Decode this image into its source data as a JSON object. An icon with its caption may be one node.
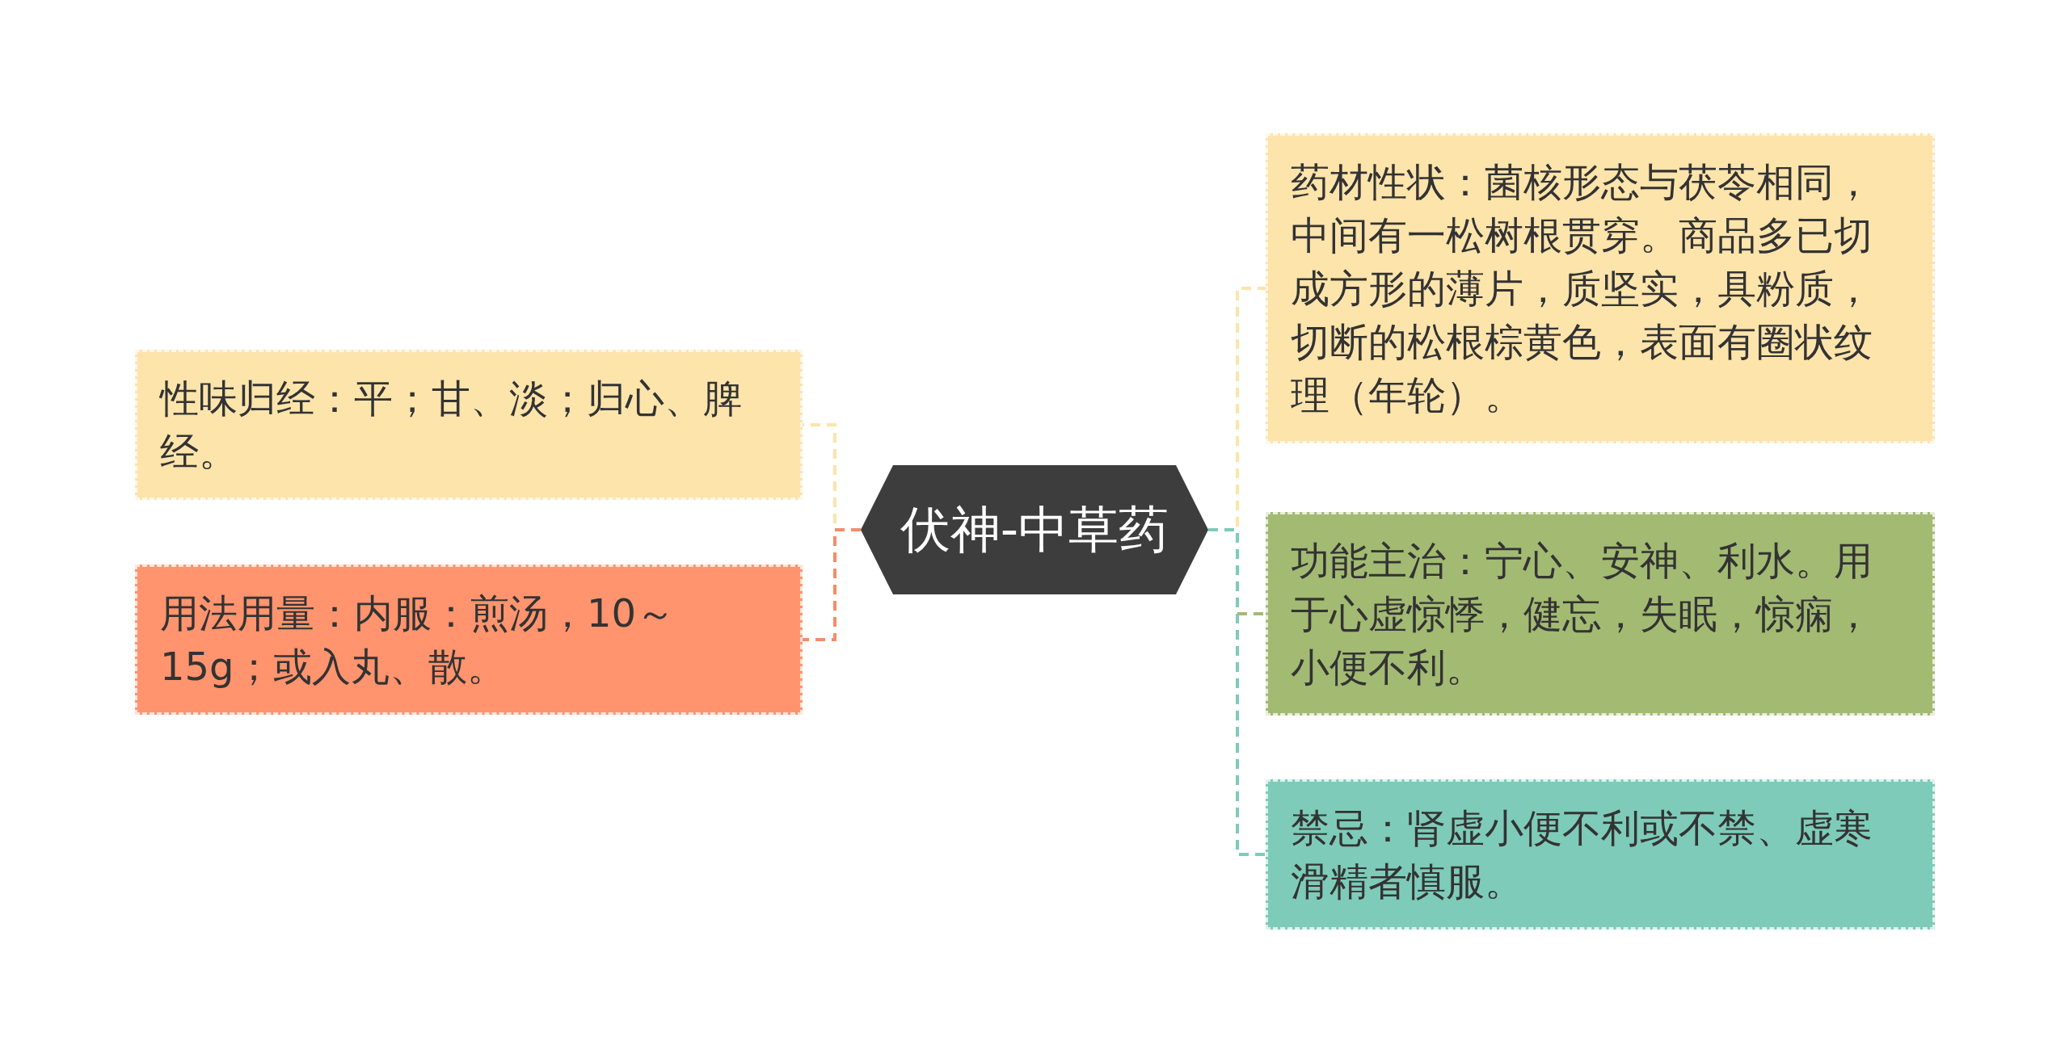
{
  "diagram": {
    "nodes": [
      {
        "text": [
          "伏神-中草药"
        ]
      },
      {
        "text": [
          "性味归经：平；甘、淡；归心、脾经。"
        ]
      },
      {
        "text": [
          "用法用量：内服：煎汤，10～15g；或入丸、散。"
        ]
      },
      {
        "text": [
          "药材性状：菌核形态与茯苓相同，中间有一松树根贯穿。商品多已切成方形的薄片，质坚实，具粉质，切断的松根棕黄色，表面有圈状纹理（年轮）。"
        ]
      },
      {
        "text": [
          "功能主治：宁心、安神、利水。用于心虚惊悸，健忘，失眠，惊痫，小便不利。"
        ]
      },
      {
        "text": [
          "禁忌：肾虚小便不利或不禁、虚寒滑精者慎服。"
        ]
      }
    ],
    "edges": [
      {
        "from": 0,
        "to": 1,
        "arrow": "none",
        "style": "dashed",
        "color": "#fde4ab"
      },
      {
        "from": 0,
        "to": 2,
        "arrow": "none",
        "style": "dashed",
        "color": "#f58c68"
      },
      {
        "from": 0,
        "to": 3,
        "arrow": "none",
        "style": "dashed",
        "color": "#fde4ab"
      },
      {
        "from": 0,
        "to": 4,
        "arrow": "none",
        "style": "dashed",
        "color": "#a3ba73"
      },
      {
        "from": 0,
        "to": 5,
        "arrow": "none",
        "style": "dashed",
        "color": "#7ecbb9"
      }
    ]
  }
}
